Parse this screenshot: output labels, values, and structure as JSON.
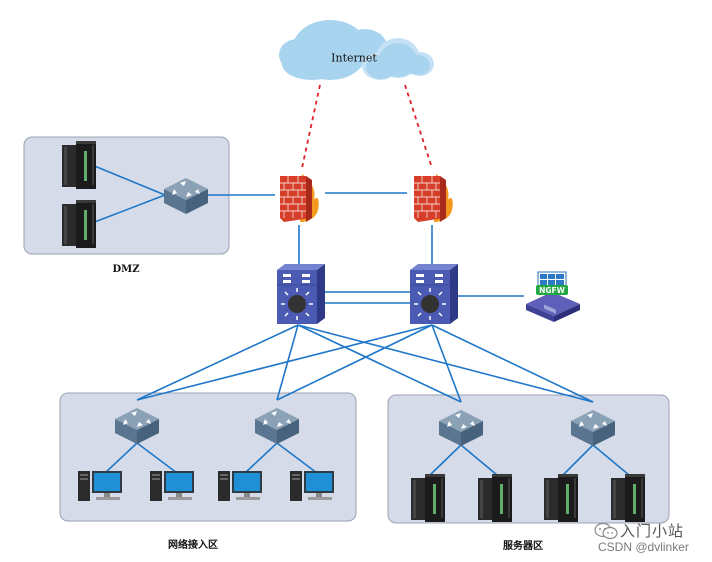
{
  "diagram": {
    "type": "network-topology",
    "cloud": {
      "label": "Internet",
      "color": "#a9d4ef"
    },
    "zones": [
      {
        "id": "dmz",
        "label": "DMZ"
      },
      {
        "id": "access",
        "label": "网络接入区"
      },
      {
        "id": "server",
        "label": "服务器区"
      }
    ],
    "devices": {
      "firewalls": [
        {
          "id": "fw1",
          "label": "firewall"
        },
        {
          "id": "fw2",
          "label": "firewall"
        }
      ],
      "core_switches": [
        {
          "id": "core1"
        },
        {
          "id": "core2"
        }
      ],
      "ngfw": {
        "id": "ngfw",
        "label": "NGFW"
      },
      "dmz_switch": {
        "id": "dmz-sw"
      },
      "access_switches": [
        {
          "id": "acc1"
        },
        {
          "id": "acc2"
        },
        {
          "id": "acc3"
        },
        {
          "id": "acc4"
        }
      ],
      "dmz_servers": 2,
      "pcs": 4,
      "servers": 4
    },
    "links": {
      "internet_to_firewalls": "dashed",
      "color_link": "#1f77c9",
      "color_internet_link": "#e0202a"
    },
    "colors": {
      "zone_fill": "#d5dbe8",
      "zone_stroke": "#9aa2b0",
      "switch_top": "#7e97ad",
      "switch_side": "#4f6b85",
      "core_face": "#4a5ab0",
      "core_top": "#6d7ac8",
      "brick": "#d9412b",
      "flame": "#f6a51e"
    }
  },
  "watermark": {
    "title": "入门小站",
    "subtitle": "CSDN @dvlinker"
  }
}
